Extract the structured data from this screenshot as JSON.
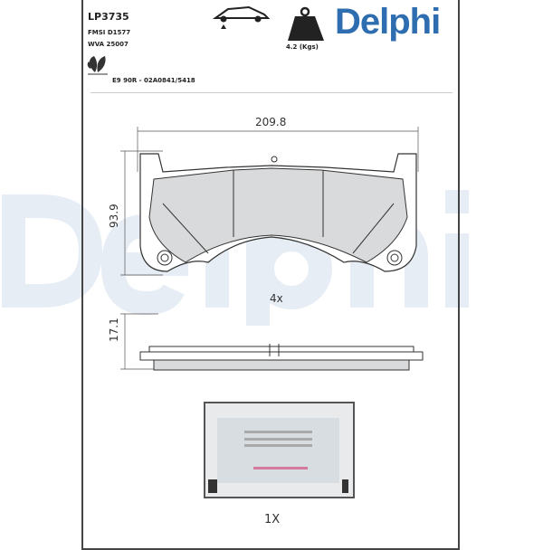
{
  "header": {
    "part_number": "LP3735",
    "fmsi": "FMSI D1577",
    "wva": "WVA 25007",
    "weight": "4.2 (Kgs)",
    "approval": "E9 90R - 02A0841/5418",
    "brand": "Delphi"
  },
  "watermark": "Delphi",
  "brand_color": "#2e6db0",
  "drawing": {
    "width": "209.8",
    "height": "93.9",
    "thickness": "17.1",
    "pad_quantity": "4x",
    "accessory_quantity": "1X"
  },
  "icons": [
    "car-on-lift-icon",
    "weight-icon",
    "eco-leaf-icon"
  ]
}
